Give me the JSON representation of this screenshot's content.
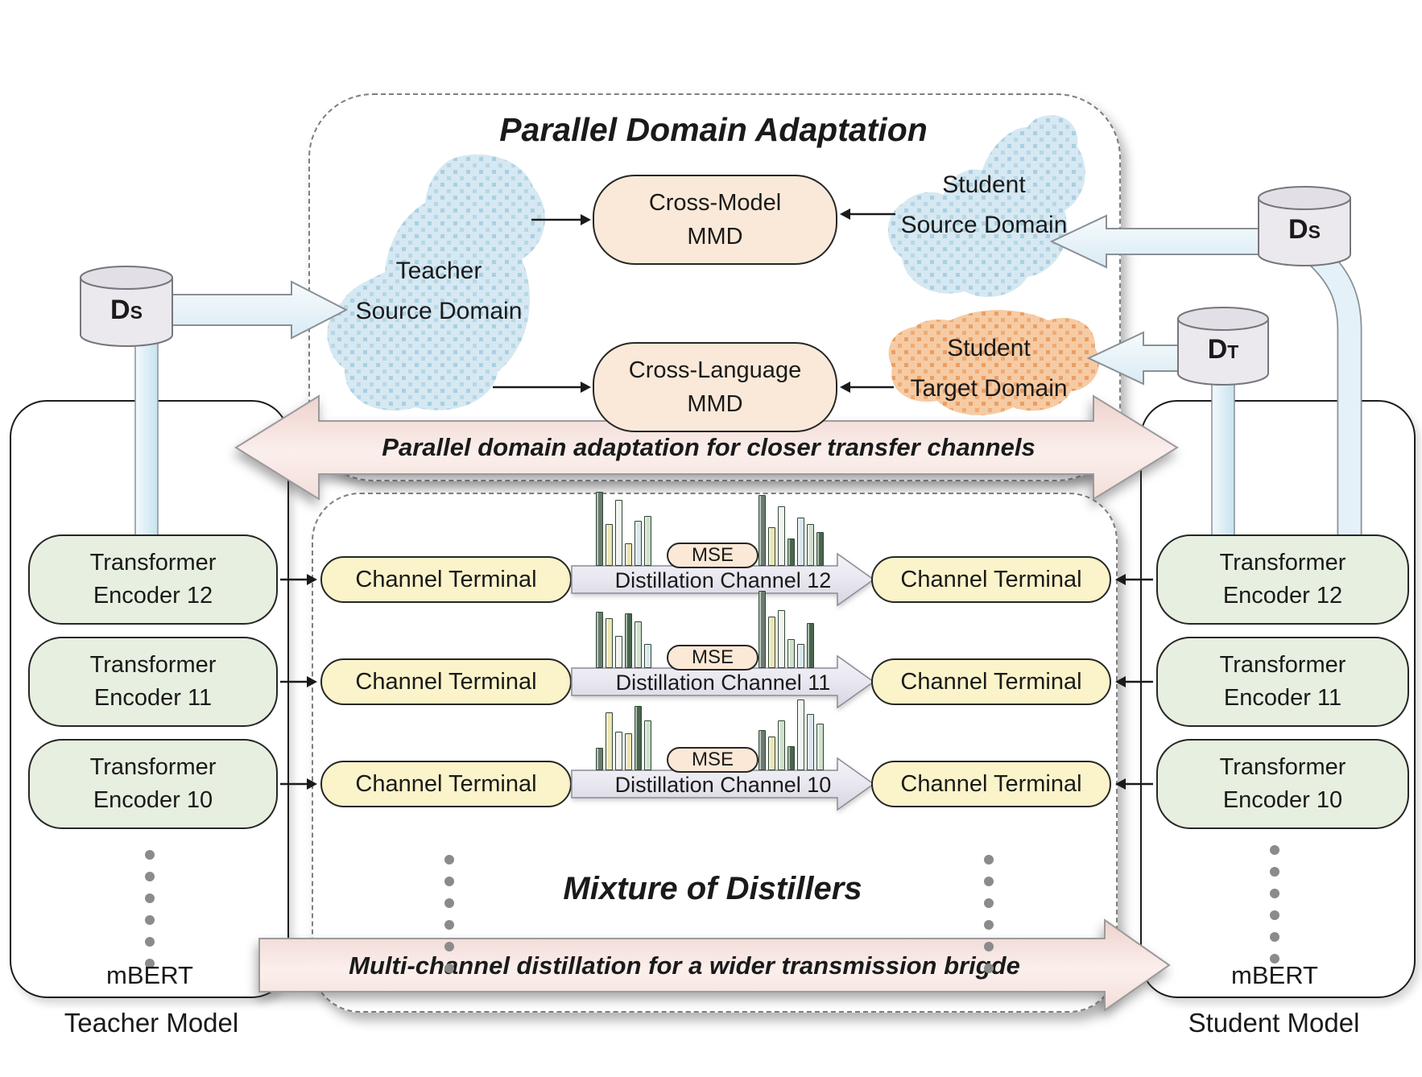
{
  "figure": {
    "top_section_title": "Parallel Domain Adaptation",
    "middle_section_title": "Mixture of Distillers",
    "top_arrow": {
      "pre": "Parallel domain adaptation for ",
      "emph": "closer",
      "post": " transfer channels"
    },
    "bottom_arrow": {
      "pre": "Multi-channel distillation for a ",
      "emph": "wider",
      "post": " transmission brigde"
    }
  },
  "domains": {
    "teacher_source": {
      "line1": "Teacher",
      "line2": "Source Domain"
    },
    "student_source": {
      "line1": "Student",
      "line2": "Source Domain"
    },
    "student_target": {
      "line1": "Student",
      "line2": "Target Domain"
    }
  },
  "mmd_boxes": {
    "cross_model": {
      "line1": "Cross-Model",
      "line2": "MMD"
    },
    "cross_language": {
      "line1": "Cross-Language",
      "line2": "MMD"
    }
  },
  "datastores": {
    "teacher_ds": {
      "base": "D",
      "sub": "S"
    },
    "student_ds": {
      "base": "D",
      "sub": "S"
    },
    "student_dt": {
      "base": "D",
      "sub": "T"
    }
  },
  "encoders": [
    {
      "line1": "Transformer",
      "line2": "Encoder 12"
    },
    {
      "line1": "Transformer",
      "line2": "Encoder 11"
    },
    {
      "line1": "Transformer",
      "line2": "Encoder 10"
    }
  ],
  "channels": {
    "terminal_label": "Channel Terminal",
    "mse_label": "MSE",
    "bar_palette": [
      "#6b7c6f",
      "#ece4b2",
      "#f2f5ee",
      "#47664d",
      "#cfe0cc",
      "#d8e7ee"
    ],
    "rows": [
      {
        "label": "Distillation Channel 12",
        "bars_left": [
          [
            92,
            0
          ],
          [
            52,
            1
          ],
          [
            82,
            2
          ],
          [
            28,
            1
          ],
          [
            56,
            5
          ],
          [
            62,
            4
          ]
        ],
        "bars_right": [
          [
            88,
            0
          ],
          [
            48,
            1
          ],
          [
            74,
            2
          ],
          [
            34,
            3
          ],
          [
            60,
            5
          ],
          [
            52,
            4
          ],
          [
            42,
            3
          ]
        ]
      },
      {
        "label": "Distillation Channel 11",
        "bars_left": [
          [
            70,
            0
          ],
          [
            62,
            1
          ],
          [
            40,
            2
          ],
          [
            68,
            3
          ],
          [
            58,
            4
          ],
          [
            30,
            5
          ]
        ],
        "bars_right": [
          [
            96,
            0
          ],
          [
            64,
            1
          ],
          [
            72,
            2
          ],
          [
            36,
            4
          ],
          [
            30,
            5
          ],
          [
            56,
            3
          ]
        ]
      },
      {
        "label": "Distillation Channel 10",
        "bars_left": [
          [
            28,
            0
          ],
          [
            72,
            1
          ],
          [
            48,
            2
          ],
          [
            46,
            1
          ],
          [
            80,
            3
          ],
          [
            62,
            4
          ]
        ],
        "bars_right": [
          [
            50,
            0
          ],
          [
            42,
            1
          ],
          [
            62,
            4
          ],
          [
            30,
            3
          ],
          [
            88,
            2
          ],
          [
            70,
            5
          ],
          [
            58,
            4
          ]
        ]
      }
    ]
  },
  "teacher": {
    "model": "mBERT",
    "caption": "Teacher Model"
  },
  "student": {
    "model": "mBERT",
    "caption": "Student Model"
  },
  "dots_per_column": 6,
  "colors": {
    "arrow_pink": "#f0d3ce",
    "pipe_blue": "#e3f0f7",
    "terminal_yellow": "#fbf3c9",
    "encoder_green": "#e7efe0",
    "mmd_peach": "#fae9d8",
    "blob_blue": "#d6e8f1",
    "blob_orange": "#f6cba4"
  }
}
